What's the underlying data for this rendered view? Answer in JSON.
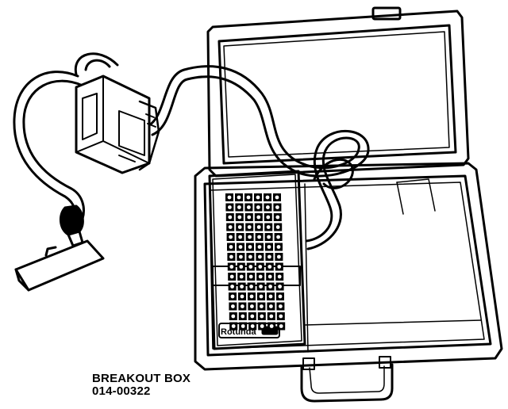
{
  "caption": {
    "title": "BREAKOUT BOX",
    "part_number": "014-00322"
  },
  "panel": {
    "brand": "Rotunda",
    "jack_columns": 6,
    "jack_rows": 14
  },
  "colors": {
    "line": "#000000",
    "background": "#ffffff"
  }
}
